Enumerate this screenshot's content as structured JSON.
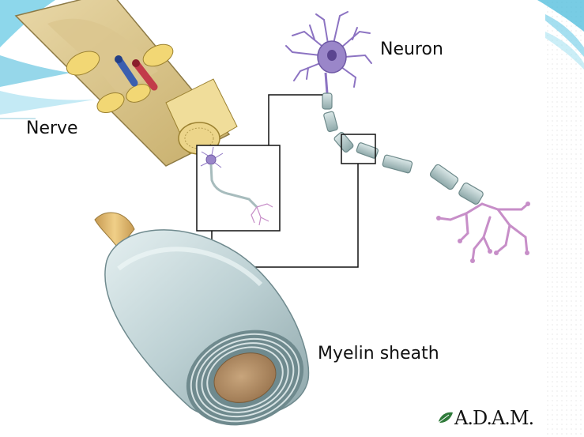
{
  "labels": {
    "nerve": "Nerve",
    "neuron": "Neuron",
    "myelin_sheath": "Myelin sheath"
  },
  "brand": {
    "text": "A.D.A.M."
  },
  "colors": {
    "slide_accent": "#3fb6d8",
    "neuron_body": "#9a86c9",
    "axon": "#b9cfcf",
    "dendrite_terminal": "#d5a8d6",
    "nerve_fascicle": "#e8c86a",
    "artery": "#c23b4a",
    "vein": "#3b5fb0",
    "myelin": "#c9dadc",
    "axon_core": "#b8926b"
  }
}
